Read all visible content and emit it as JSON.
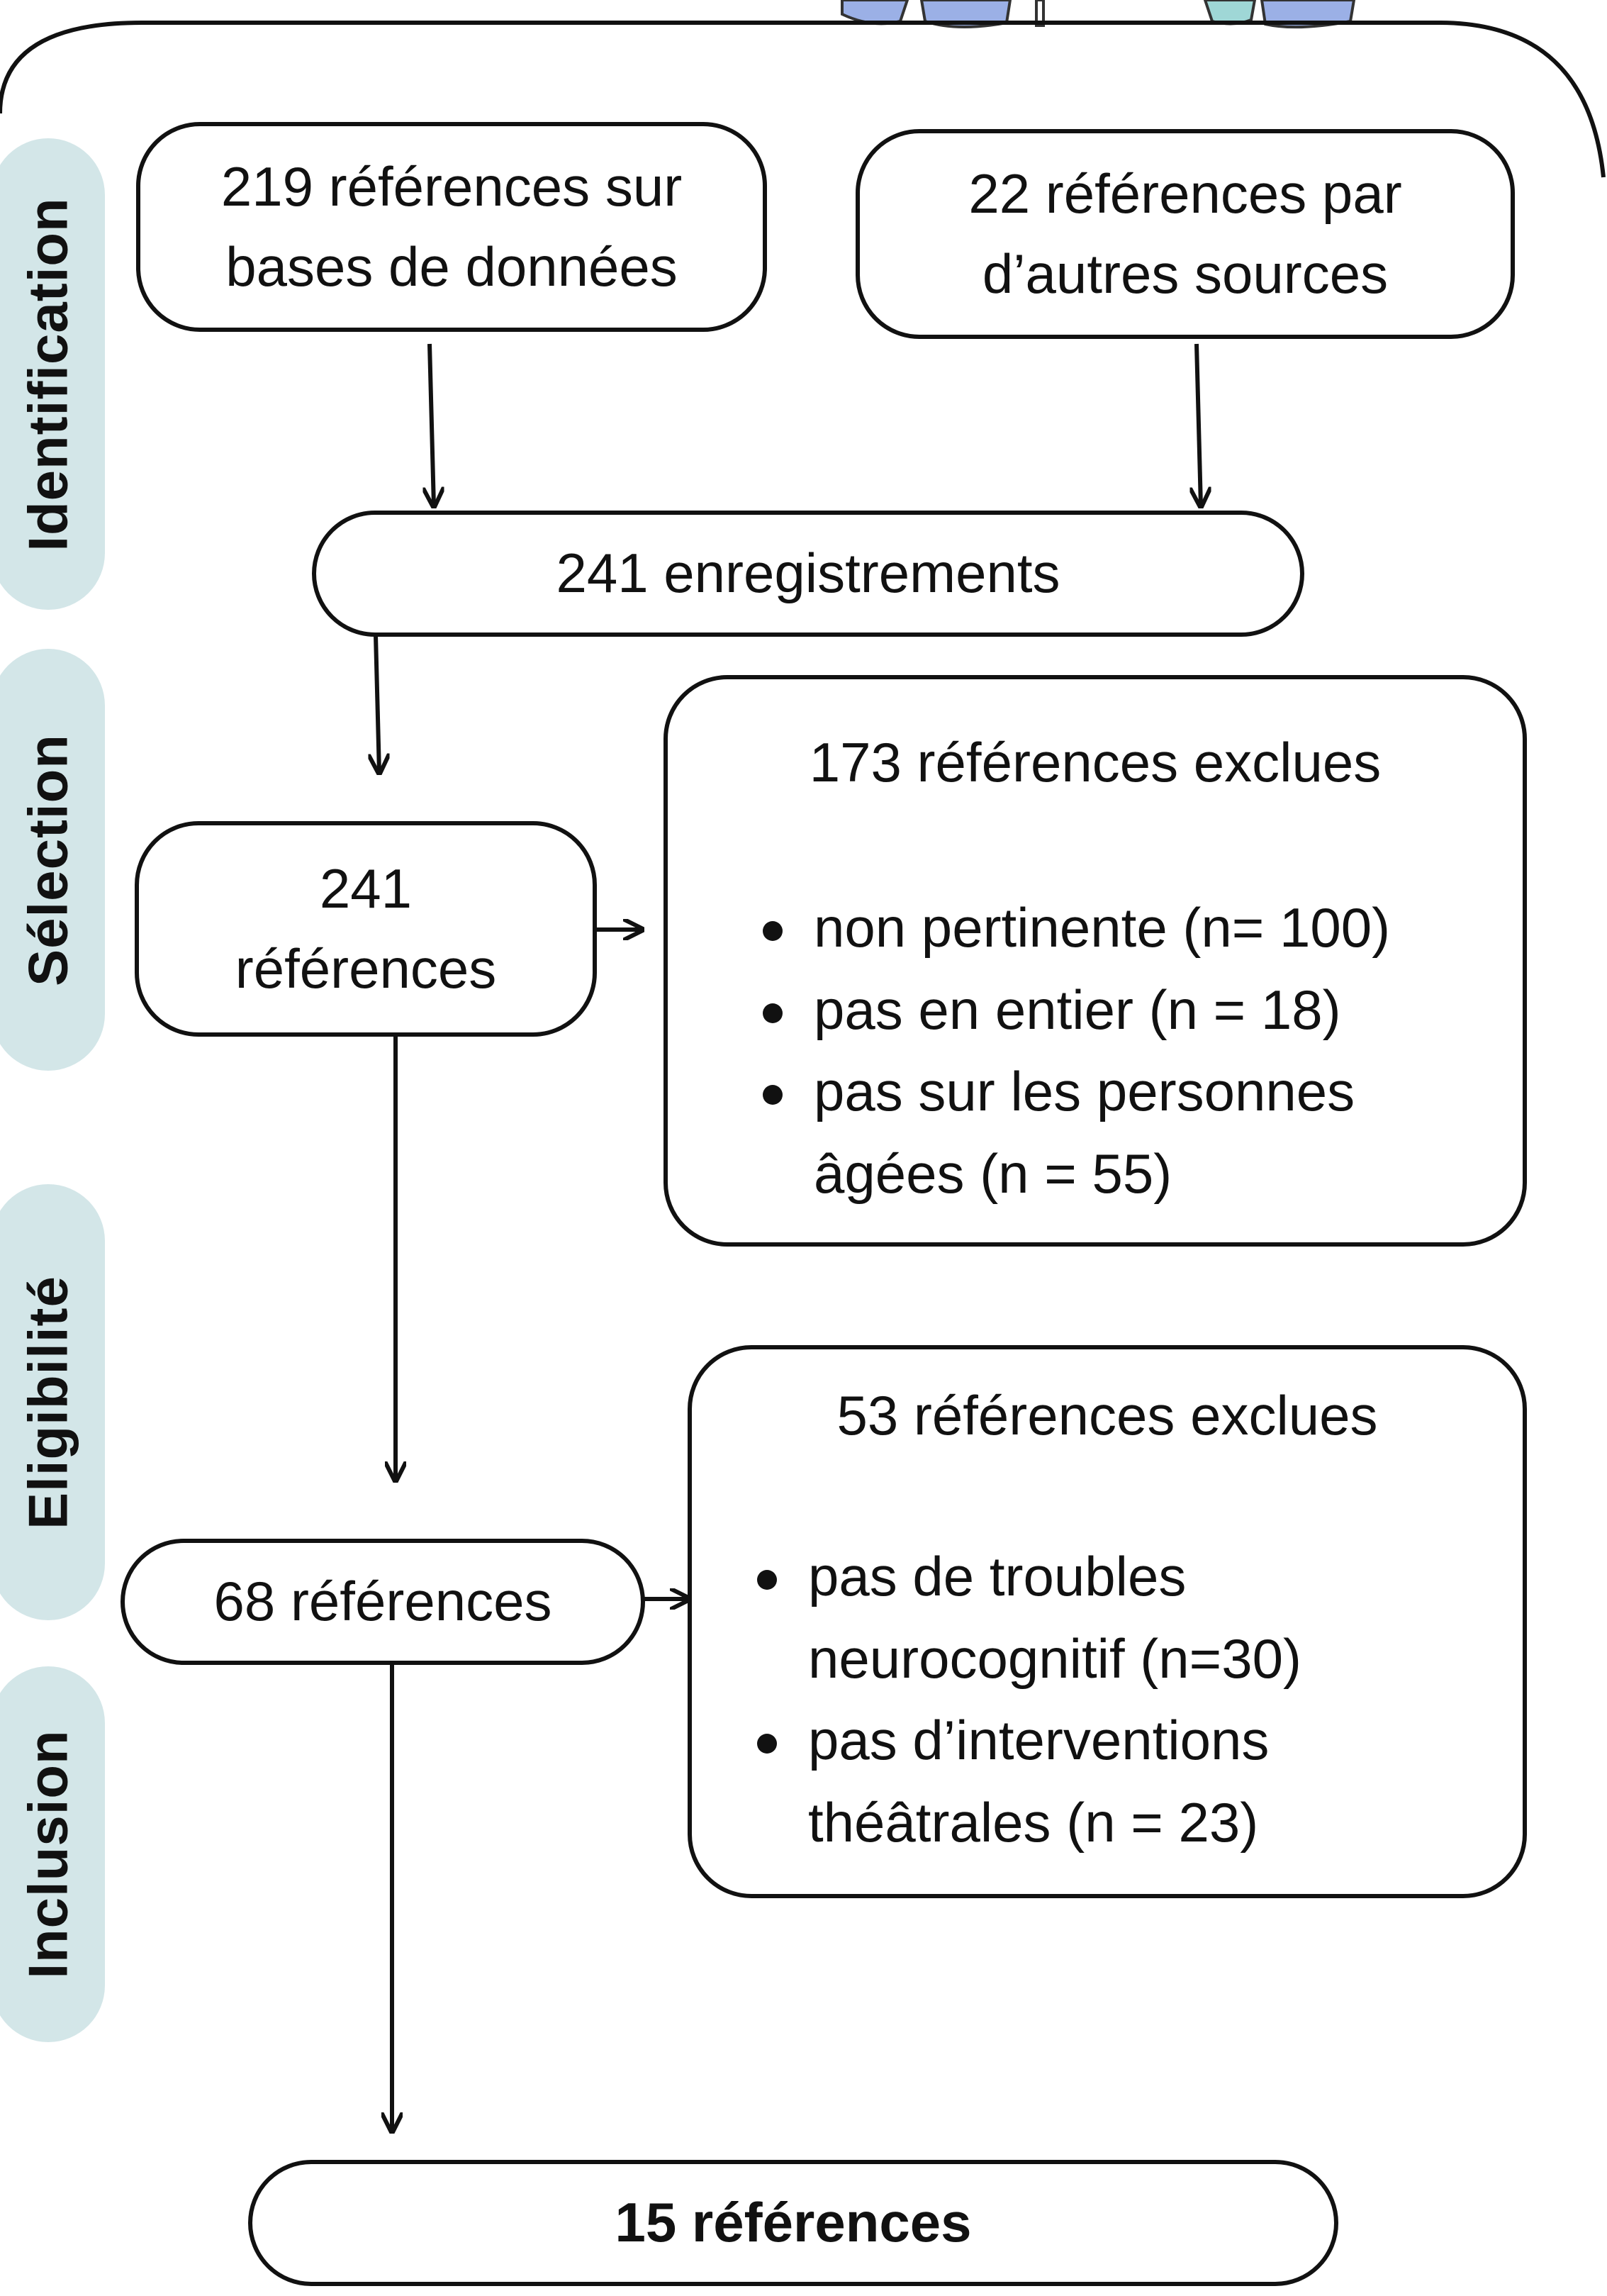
{
  "phases": {
    "identification": "Identification",
    "selection": "Sélection",
    "eligibility": "Eligibilité",
    "inclusion": "Inclusion"
  },
  "boxes": {
    "databases": "219 références sur\nbases de données",
    "other_sources": "22 références par\nd’autres sources",
    "records": "241 enregistrements",
    "screened": "241\nréférences",
    "eligible": "68 références",
    "included": "15 références"
  },
  "excluded_screening": {
    "title": "173 références exclues",
    "reasons": [
      "non pertinente (n= 100)",
      "pas en entier (n = 18)",
      "pas sur les personnes\nâgées (n = 55)"
    ]
  },
  "excluded_eligibility": {
    "title": "53 références exclues",
    "reasons": [
      "pas de troubles\nneurocognitif (n=30)",
      "pas d’interventions\nthéâtrales (n = 23)"
    ]
  },
  "colors": {
    "phase_band": "#d3e6e8",
    "stroke": "#111111",
    "figure_blue": "#9bb0e6",
    "figure_teal": "#9fd7d6"
  },
  "icons": [
    "people-figures-illustration"
  ]
}
